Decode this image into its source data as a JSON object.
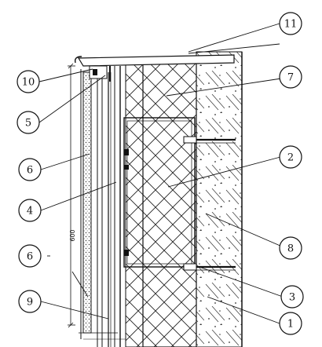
{
  "diagram": {
    "callouts": [
      {
        "id": "c1",
        "label": "1"
      },
      {
        "id": "c2",
        "label": "2"
      },
      {
        "id": "c3",
        "label": "3"
      },
      {
        "id": "c4",
        "label": "4"
      },
      {
        "id": "c5",
        "label": "5"
      },
      {
        "id": "c6a",
        "label": "6"
      },
      {
        "id": "c6b",
        "label": "6"
      },
      {
        "id": "c7",
        "label": "7"
      },
      {
        "id": "c8",
        "label": "8"
      },
      {
        "id": "c9",
        "label": "9"
      },
      {
        "id": "c10",
        "label": "10"
      },
      {
        "id": "c11",
        "label": "11"
      }
    ],
    "dimension_label": "600",
    "colors": {
      "ink": "#111111",
      "paper": "#ffffff"
    }
  }
}
